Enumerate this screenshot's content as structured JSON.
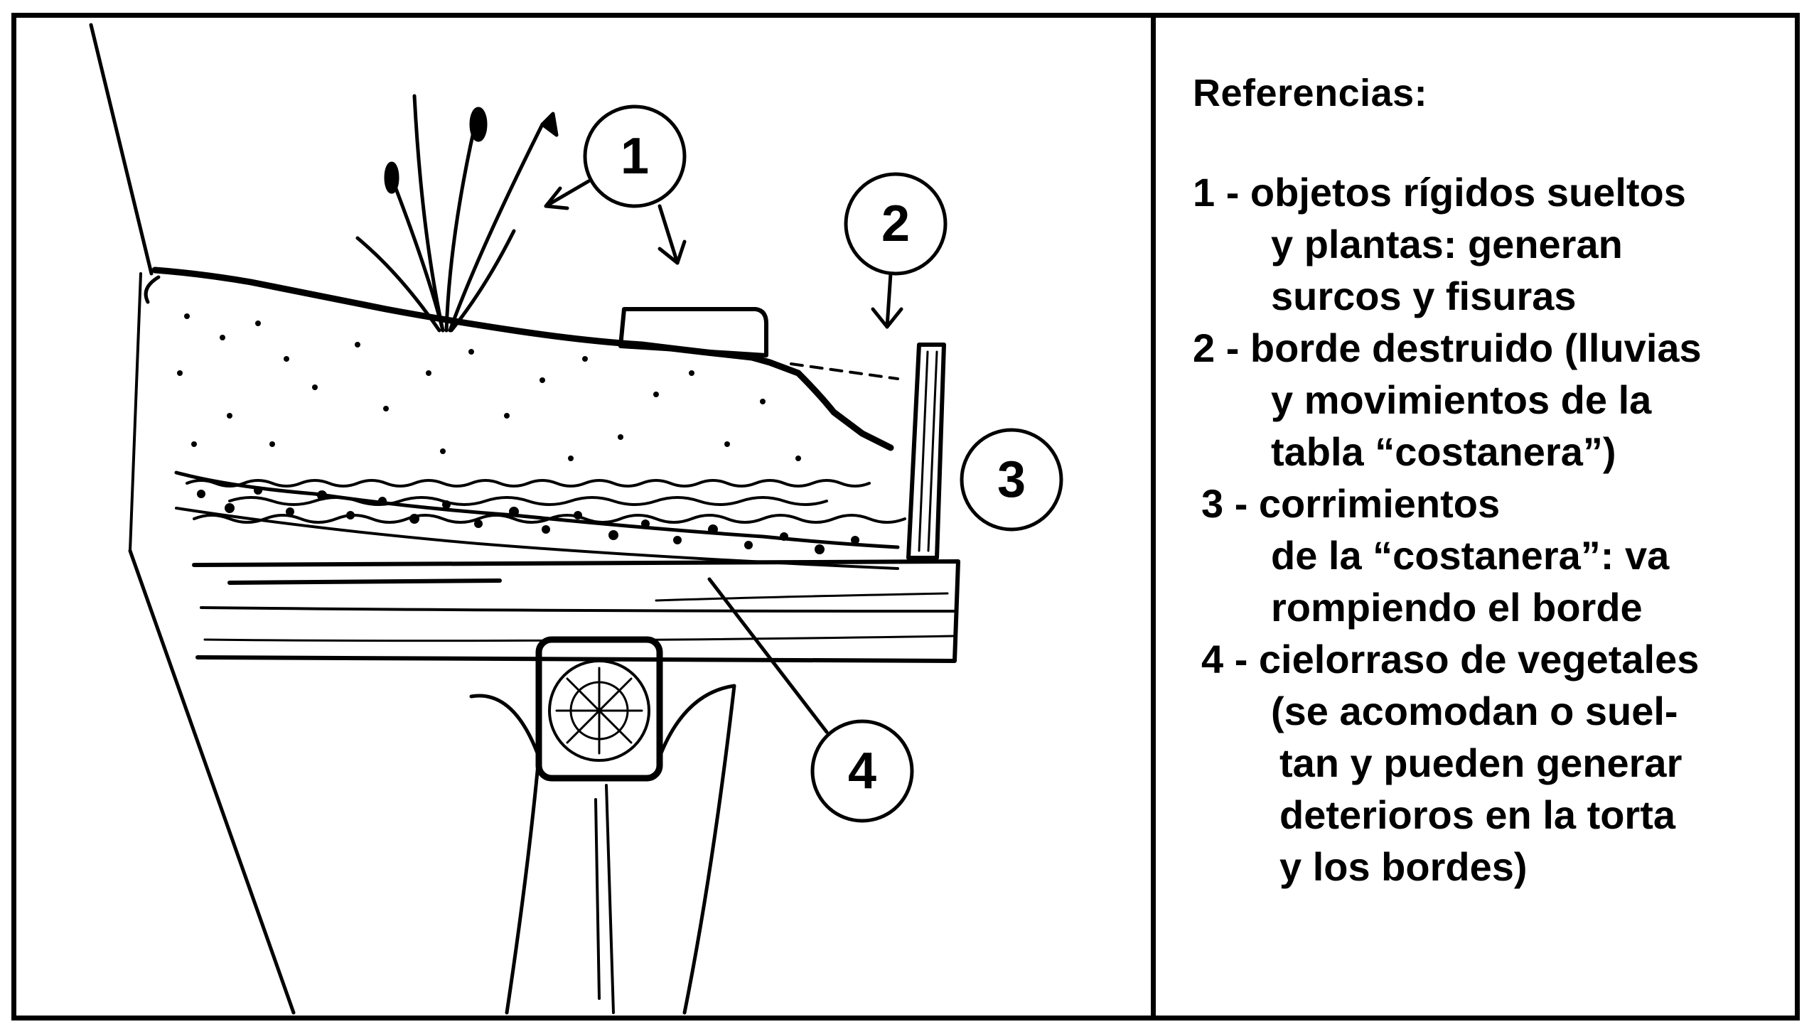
{
  "callouts": [
    {
      "number": "1"
    },
    {
      "number": "2"
    },
    {
      "number": "3"
    },
    {
      "number": "4"
    }
  ],
  "legend": {
    "title": "Referencias:",
    "items": [
      {
        "lines": [
          "1 - objetos rígidos sueltos",
          "y plantas: generan",
          "surcos y fisuras"
        ]
      },
      {
        "lines": [
          "2 - borde destruido (lluvias",
          "y movimientos de la",
          "tabla “costanera”)"
        ]
      },
      {
        "lines": [
          "3 - corrimientos",
          "de la “costanera”: va",
          "rompiendo el borde"
        ]
      },
      {
        "lines": [
          "4 - cielorraso de vegetales",
          "(se acomodan o suel-",
          "tan y pueden generar",
          "deterioros en la torta",
          "y los bordes)"
        ]
      }
    ]
  },
  "colors": {
    "ink": "#000000",
    "paper": "#ffffff"
  }
}
